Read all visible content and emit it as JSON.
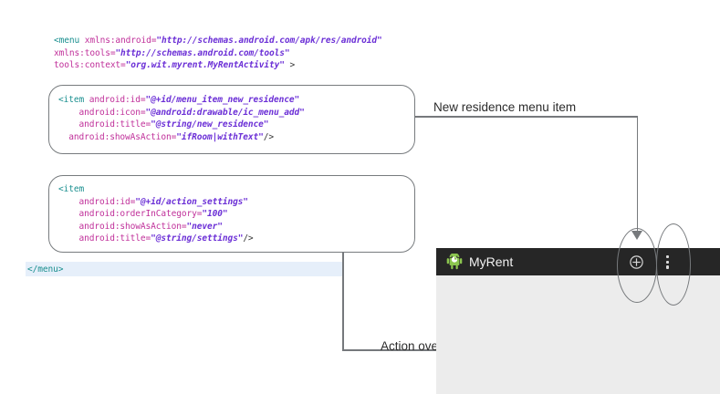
{
  "code": {
    "header_lines": [
      [
        {
          "t": "<menu ",
          "c": "tag"
        },
        {
          "t": "xmlns:android=",
          "c": "attr"
        },
        {
          "t": "\"http://schemas.android.com/apk/res/android\"",
          "c": "val"
        }
      ],
      [
        {
          "t": "xmlns:tools=",
          "c": "attr"
        },
        {
          "t": "\"http://schemas.android.com/tools\"",
          "c": "val"
        }
      ],
      [
        {
          "t": "tools:context=",
          "c": "attr"
        },
        {
          "t": "\"org.wit.myrent.MyRentActivity\"",
          "c": "val"
        },
        {
          "t": " >",
          "c": "punct"
        }
      ]
    ],
    "new_residence_lines": [
      [
        {
          "t": "<item ",
          "c": "tag"
        },
        {
          "t": "android:id=",
          "c": "attr"
        },
        {
          "t": "\"@+id/menu_item_new_residence\"",
          "c": "val"
        }
      ],
      [
        {
          "t": "    android:icon=",
          "c": "attr"
        },
        {
          "t": "\"@android:drawable/ic_menu_add\"",
          "c": "val"
        }
      ],
      [
        {
          "t": "    android:title=",
          "c": "attr"
        },
        {
          "t": "\"@string/new_residence\"",
          "c": "val"
        }
      ],
      [
        {
          "t": "  android:showAsAction=",
          "c": "attr"
        },
        {
          "t": "\"ifRoom|withText\"",
          "c": "val"
        },
        {
          "t": "/>",
          "c": "punct"
        }
      ]
    ],
    "action_settings_lines": [
      [
        {
          "t": "<item",
          "c": "tag"
        }
      ],
      [
        {
          "t": "    android:id=",
          "c": "attr"
        },
        {
          "t": "\"@+id/action_settings\"",
          "c": "val"
        }
      ],
      [
        {
          "t": "    android:orderInCategory=",
          "c": "attr"
        },
        {
          "t": "\"100\"",
          "c": "val"
        }
      ],
      [
        {
          "t": "    android:showAsAction=",
          "c": "attr"
        },
        {
          "t": "\"never\"",
          "c": "val"
        }
      ],
      [
        {
          "t": "    android:title=",
          "c": "attr"
        },
        {
          "t": "\"@string/settings\"",
          "c": "val"
        },
        {
          "t": "/>",
          "c": "punct"
        }
      ]
    ],
    "footer_lines": [
      [
        {
          "t": "</menu>",
          "c": "tag"
        }
      ]
    ]
  },
  "annotations": {
    "new_residence": "New residence menu item",
    "action_overflow": "Action overflow"
  },
  "device": {
    "app_title": "MyRent",
    "app_icon_name": "android-robot-icon",
    "action_add_name": "plus-circle-icon",
    "action_overflow_name": "overflow-dots-icon"
  },
  "colors": {
    "tag": "#1a8f8f",
    "attribute": "#c0309a",
    "value": "#6b2fd6",
    "appbar_background": "#262626",
    "app_title_text": "#f2f2f2",
    "android_green": "#8cc64f",
    "leader_line": "#76797c",
    "current_line_highlight": "#e6effa",
    "device_content_background": "#ececec"
  }
}
